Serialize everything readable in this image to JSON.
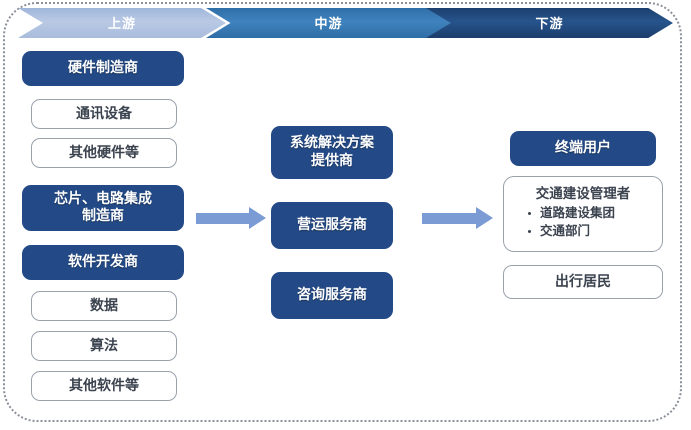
{
  "banner": {
    "segments": [
      {
        "label": "上游",
        "color": "#b0c2e0"
      },
      {
        "label": "中游",
        "color": "#3a7cb5"
      },
      {
        "label": "下游",
        "color": "#22497f"
      }
    ]
  },
  "upstream": {
    "hardware_header": "硬件制造商",
    "hardware_items": [
      "通讯设备",
      "其他硬件等"
    ],
    "chip_header": "芯片、电路集成\n制造商",
    "chip_header_line1": "芯片、电路集成",
    "chip_header_line2": "制造商",
    "software_header": "软件开发商",
    "software_items": [
      "数据",
      "算法",
      "其他软件等"
    ]
  },
  "midstream": {
    "boxes": [
      {
        "line1": "系统解决方案",
        "line2": "提供商"
      },
      {
        "line1": "营运服务商",
        "line2": ""
      },
      {
        "line1": "咨询服务商",
        "line2": ""
      }
    ]
  },
  "downstream": {
    "header": "终端用户",
    "group": {
      "title": "交通建设管理者",
      "bullets": [
        "道路建设集团",
        "交通部门"
      ]
    },
    "resident": "出行居民"
  },
  "arrows": {
    "left_to_mid": "arrow-right-icon",
    "mid_to_right": "arrow-right-icon",
    "color": "#7a9bd4"
  }
}
